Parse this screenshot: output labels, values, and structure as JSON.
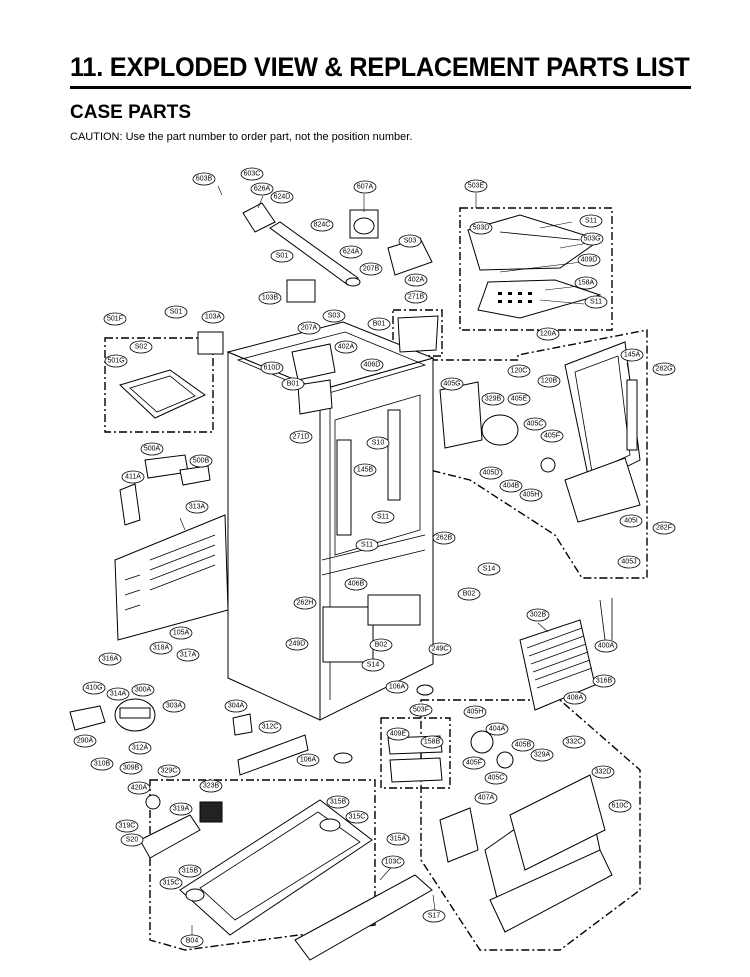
{
  "header": {
    "title": "11. EXPLODED VIEW & REPLACEMENT PARTS LIST",
    "subtitle": "CASE PARTS",
    "caution": "CAUTION: Use the part number to order part, not the position number."
  },
  "labels": [
    "603B",
    "603C",
    "626A",
    "624D",
    "607A",
    "503E",
    "824C",
    "S03",
    "S11",
    "503D",
    "503G",
    "624A",
    "S01",
    "207B",
    "409D",
    "402A",
    "158A",
    "103B",
    "271B",
    "S11",
    "S01",
    "103A",
    "S03",
    "B01",
    "501F",
    "207A",
    "120A",
    "S02",
    "402A",
    "406D",
    "145A",
    "610D",
    "120C",
    "501G",
    "B01",
    "405G",
    "329B",
    "405E",
    "120B",
    "282G",
    "405C",
    "271D",
    "405F",
    "S10",
    "500A",
    "145B",
    "405D",
    "404B",
    "500B",
    "405H",
    "411A",
    "313A",
    "S11",
    "405I",
    "282F",
    "S11",
    "262B",
    "S14",
    "405J",
    "406B",
    "B02",
    "262H",
    "302B",
    "105A",
    "B02",
    "249D",
    "249C",
    "400A",
    "318A",
    "317A",
    "316A",
    "S14",
    "316B",
    "106A",
    "410G",
    "314A",
    "300A",
    "408A",
    "304A",
    "303A",
    "503F",
    "405H",
    "312C",
    "409E",
    "404A",
    "290A",
    "312A",
    "158B",
    "405B",
    "332C",
    "329A",
    "106A",
    "310B",
    "405F",
    "309B",
    "329C",
    "405C",
    "332D",
    "420A",
    "323B",
    "407A",
    "315B",
    "319A",
    "315C",
    "610C",
    "319C",
    "S20",
    "315A",
    "103C",
    "315B",
    "315C",
    "S17",
    "B04"
  ]
}
